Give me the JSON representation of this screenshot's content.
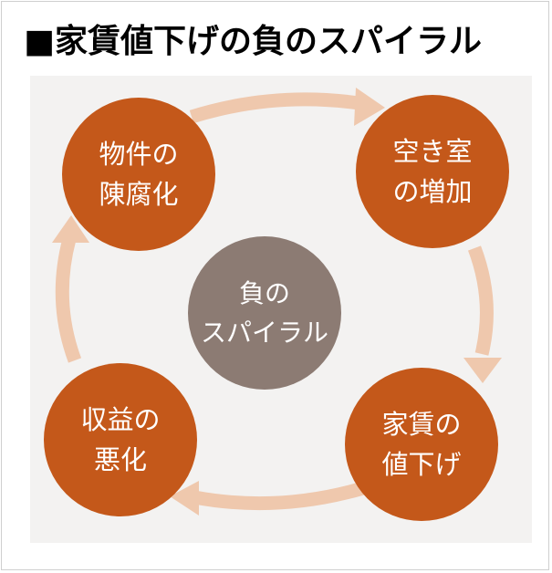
{
  "title": "■家賃値下げの負のスパイラル",
  "diagram": {
    "center": {
      "line1": "負の",
      "line2": "スパイラル"
    },
    "nodes": [
      {
        "line1": "物件の",
        "line2": "陳腐化"
      },
      {
        "line1": "空き室",
        "line2": "の増加"
      },
      {
        "line1": "家賃の",
        "line2": "値下げ"
      },
      {
        "line1": "収益の",
        "line2": "悪化"
      }
    ],
    "colors": {
      "node": "#c4581a",
      "center": "#8c7b73",
      "arrow": "#efc8ad",
      "panel": "#f3f2f1"
    }
  }
}
